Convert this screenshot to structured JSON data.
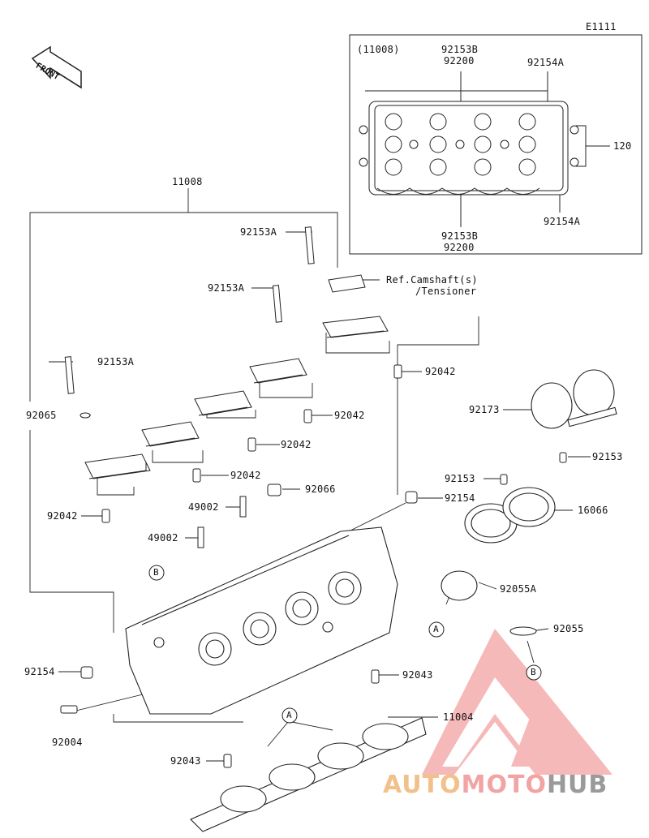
{
  "ref_code": "E1111",
  "front_label": "FRONT",
  "inset": {
    "code": "(11008)",
    "top_parts": [
      "92153B",
      "92200"
    ],
    "right_top": "92154A",
    "right_mid": "120",
    "right_bottom": "92154A",
    "bottom_parts": [
      "92153B",
      "92200"
    ]
  },
  "labels": {
    "assembly": "11008",
    "bolt_top": "92153A",
    "bolt_mid": "92153A",
    "bolt_left": "92153A",
    "ref_line1": "Ref.Camshaft(s)",
    "ref_line2": "/Tensioner",
    "dowel_1": "92042",
    "dowel_2": "92042",
    "dowel_3": "92042",
    "dowel_4": "92042",
    "dowel_5": "92042",
    "washer": "92065",
    "clamp": "92173",
    "screw_right": "92153",
    "screw_small": "92153",
    "holder": "16066",
    "plug_right": "92154",
    "cap": "92066",
    "guide_1": "49002",
    "guide_2": "49002",
    "oring_large": "92055A",
    "oring_small": "92055",
    "plug_left": "92154",
    "pin_lower": "92043",
    "stud": "92004",
    "gasket": "11004",
    "pin_bottom": "92043",
    "callout_a1": "A",
    "callout_a2": "A",
    "callout_b1": "B",
    "callout_b2": "B"
  },
  "watermark": {
    "part1": "AUTO",
    "part2": "MOTO",
    "part3": "HUB",
    "colors": {
      "auto": "#f2c08a",
      "moto": "#f2a3a3",
      "hub": "#9a9a9a",
      "logo": "#f08080"
    }
  }
}
